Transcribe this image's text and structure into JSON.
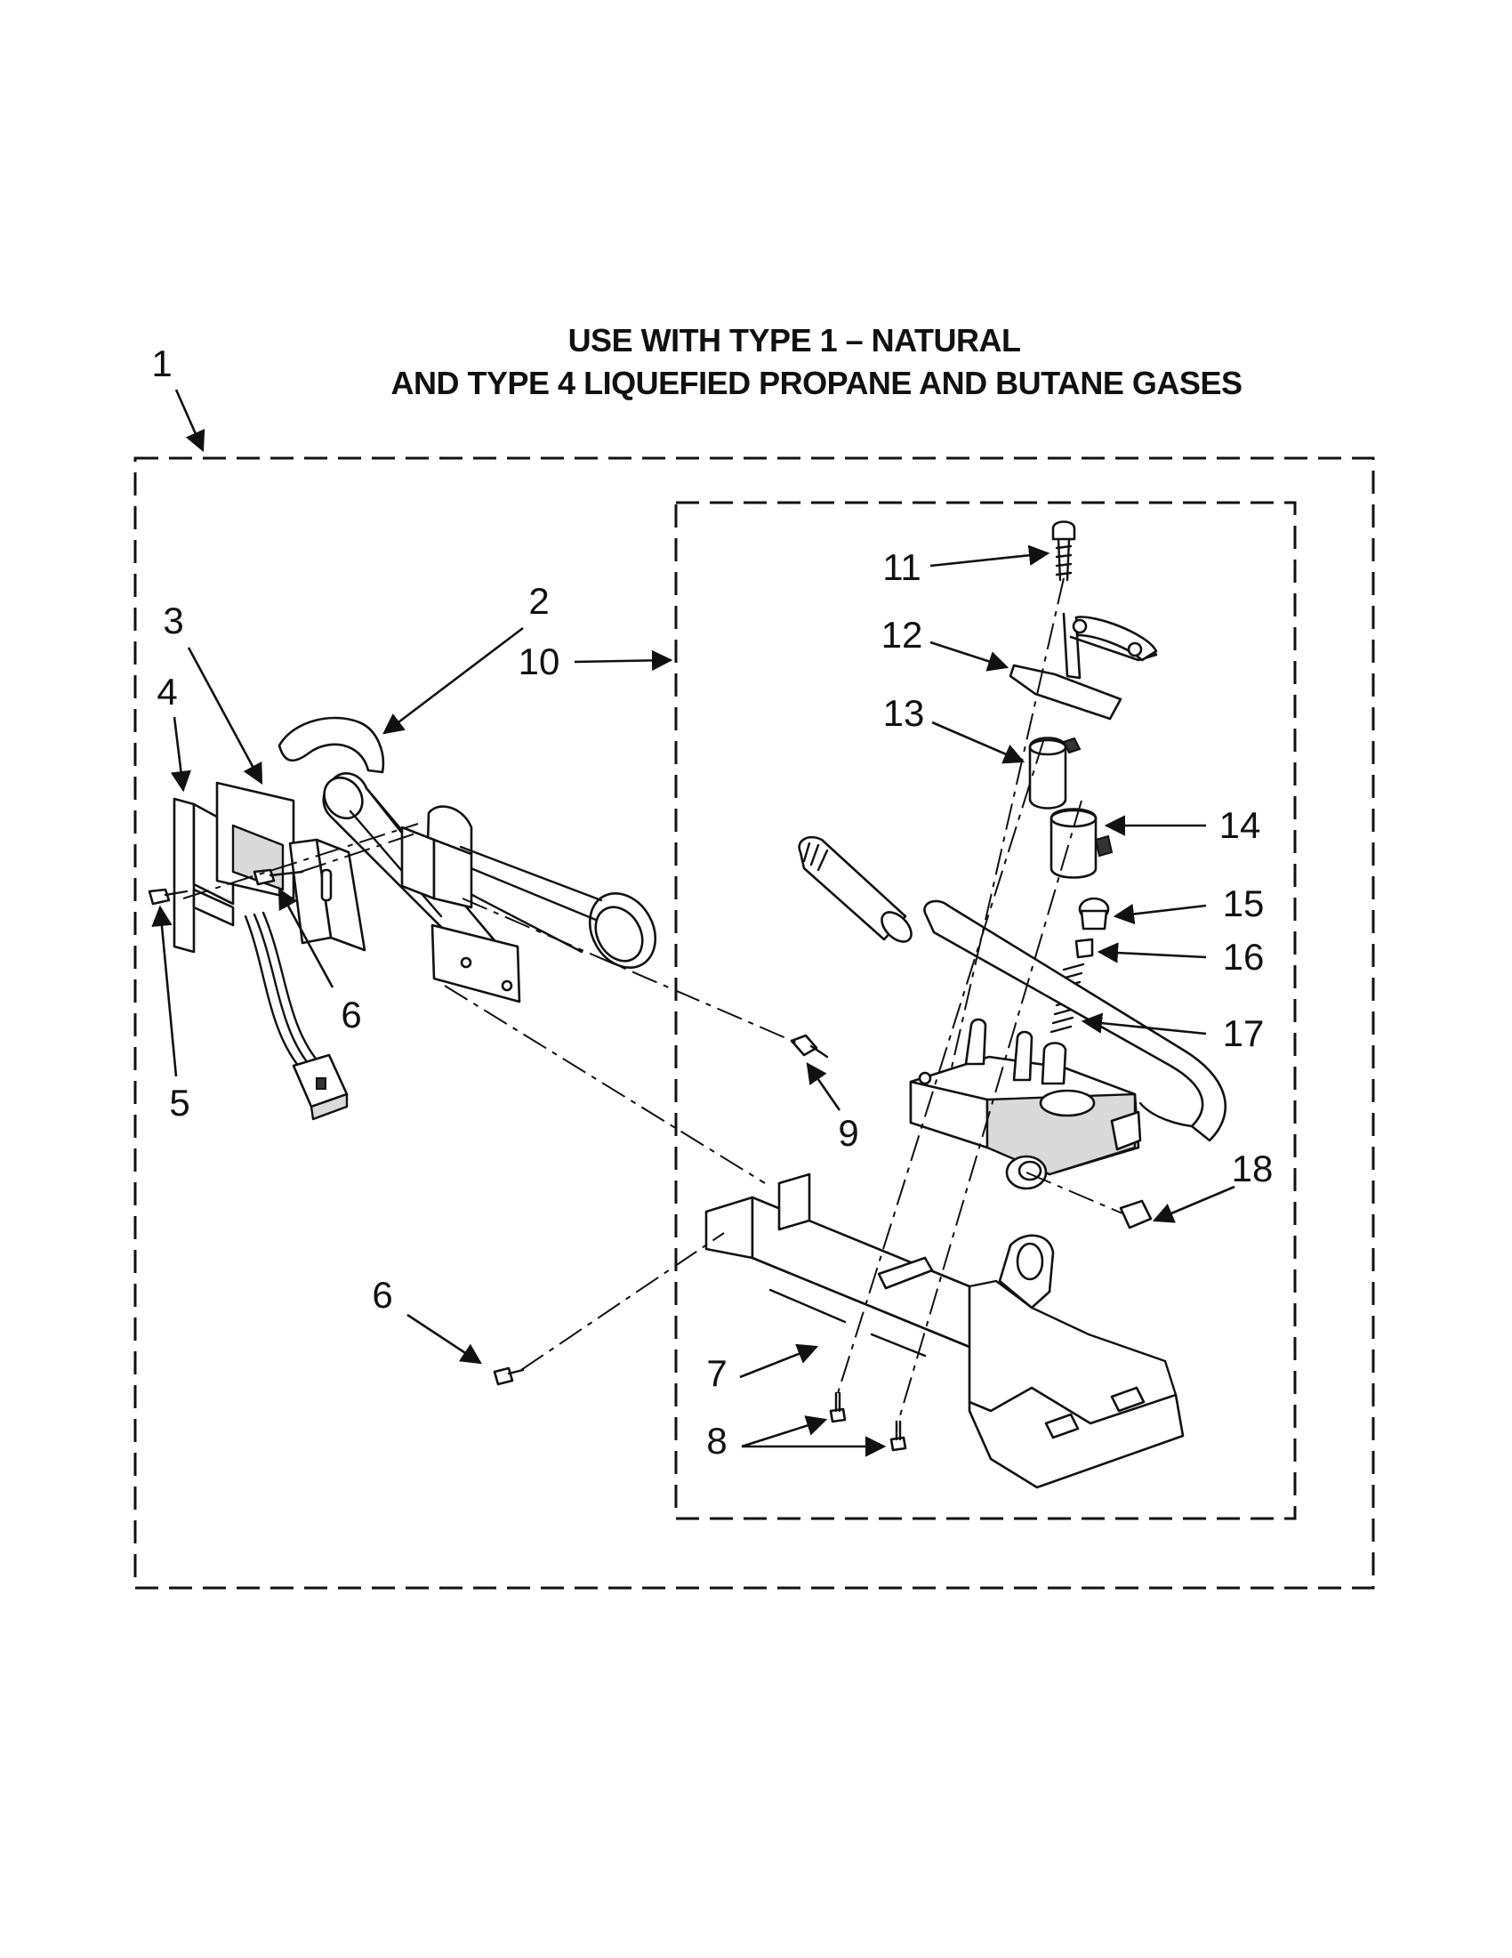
{
  "header": {
    "line1": "USE WITH TYPE 1 –  NATURAL",
    "line2": "AND TYPE 4    LIQUEFIED PROPANE AND BUTANE GASES"
  },
  "callouts": {
    "c1": "1",
    "c2": "2",
    "c3": "3",
    "c4": "4",
    "c5": "5",
    "c6a": "6",
    "c6b": "6",
    "c7": "7",
    "c8": "8",
    "c9": "9",
    "c10": "10",
    "c11": "11",
    "c12": "12",
    "c13": "13",
    "c14": "14",
    "c15": "15",
    "c16": "16",
    "c17": "17",
    "c18": "18"
  }
}
